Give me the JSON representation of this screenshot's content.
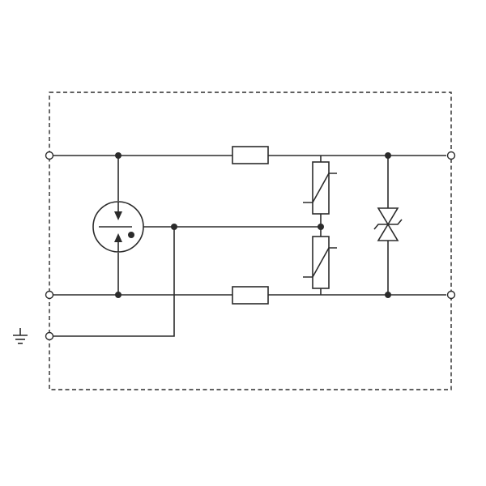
{
  "diagram": {
    "colors": {
      "line": "#2b2b2b",
      "background": "#ffffff"
    },
    "symbols": {
      "enclosure": "dashed-boundary",
      "terminals": "open-circle-terminal",
      "junctions": "junction-dot",
      "series_resistors": "resistor",
      "gas_discharge_tube": "gas-discharge-tube-symbol",
      "varistors": "varistor",
      "suppressor_diode": "bidirectional-tvs-diode",
      "earth": "ground-icon"
    }
  }
}
